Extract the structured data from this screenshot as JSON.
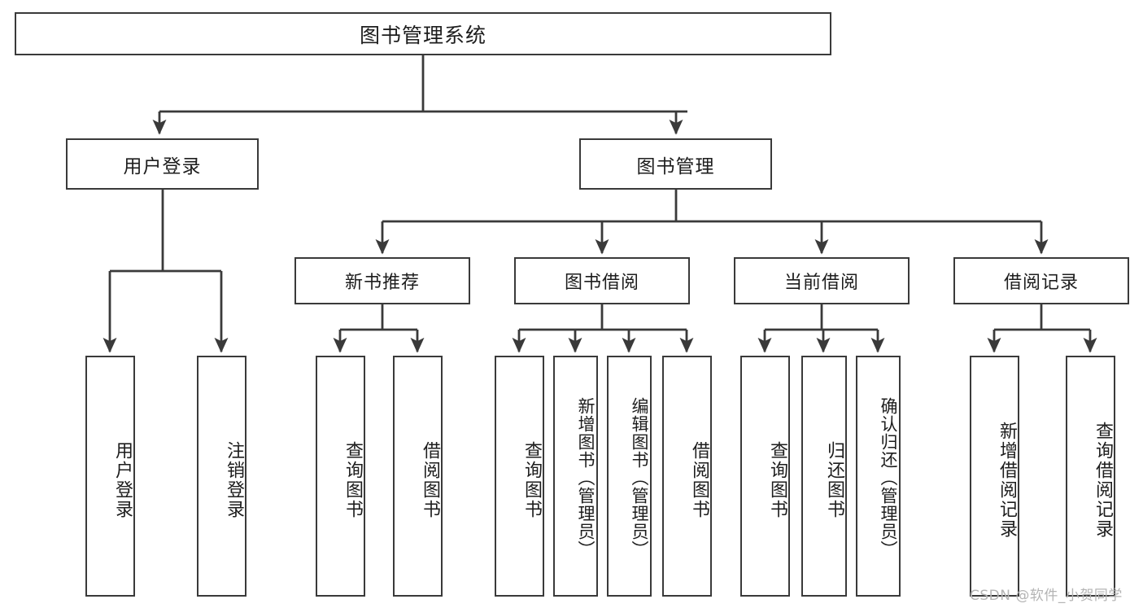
{
  "diagram": {
    "title": "图书管理系统",
    "type": "tree",
    "watermark": "CSDN @软件_小贺同学",
    "colors": {
      "box_border": "#3a3a3a",
      "box_fill": "#ffffff",
      "connector": "#3a3a3a",
      "text": "#1d1d1d",
      "watermark": "#b4b4b4",
      "background": "#ffffff"
    },
    "nodes": {
      "root": {
        "label": "图书管理系统"
      },
      "level2": [
        {
          "id": "user-login",
          "label": "用户登录"
        },
        {
          "id": "book-management",
          "label": "图书管理"
        }
      ],
      "level3": [
        {
          "id": "new-book-recommend",
          "label": "新书推荐"
        },
        {
          "id": "book-borrow",
          "label": "图书借阅"
        },
        {
          "id": "current-borrow",
          "label": "当前借阅"
        },
        {
          "id": "borrow-record",
          "label": "借阅记录"
        }
      ],
      "leaves": [
        {
          "id": "leaf-user-login",
          "parent": "user-login",
          "label": "用户登录"
        },
        {
          "id": "leaf-logout",
          "parent": "user-login",
          "label": "注销登录"
        },
        {
          "id": "leaf-query-book-1",
          "parent": "new-book-recommend",
          "label": "查询图书"
        },
        {
          "id": "leaf-borrow-book-1",
          "parent": "new-book-recommend",
          "label": "借阅图书"
        },
        {
          "id": "leaf-query-book-2",
          "parent": "book-borrow",
          "label": "查询图书"
        },
        {
          "id": "leaf-add-book",
          "parent": "book-borrow",
          "label": "新增图书（管理员）"
        },
        {
          "id": "leaf-edit-book",
          "parent": "book-borrow",
          "label": "编辑图书（管理员）"
        },
        {
          "id": "leaf-borrow-book-2",
          "parent": "book-borrow",
          "label": "借阅图书"
        },
        {
          "id": "leaf-query-book-3",
          "parent": "current-borrow",
          "label": "查询图书"
        },
        {
          "id": "leaf-return-book",
          "parent": "current-borrow",
          "label": "归还图书"
        },
        {
          "id": "leaf-confirm-return",
          "parent": "current-borrow",
          "label": "确认归还（管理员）"
        },
        {
          "id": "leaf-add-record",
          "parent": "borrow-record",
          "label": "新增借阅记录"
        },
        {
          "id": "leaf-query-record",
          "parent": "borrow-record",
          "label": "查询借阅记录"
        }
      ]
    }
  }
}
